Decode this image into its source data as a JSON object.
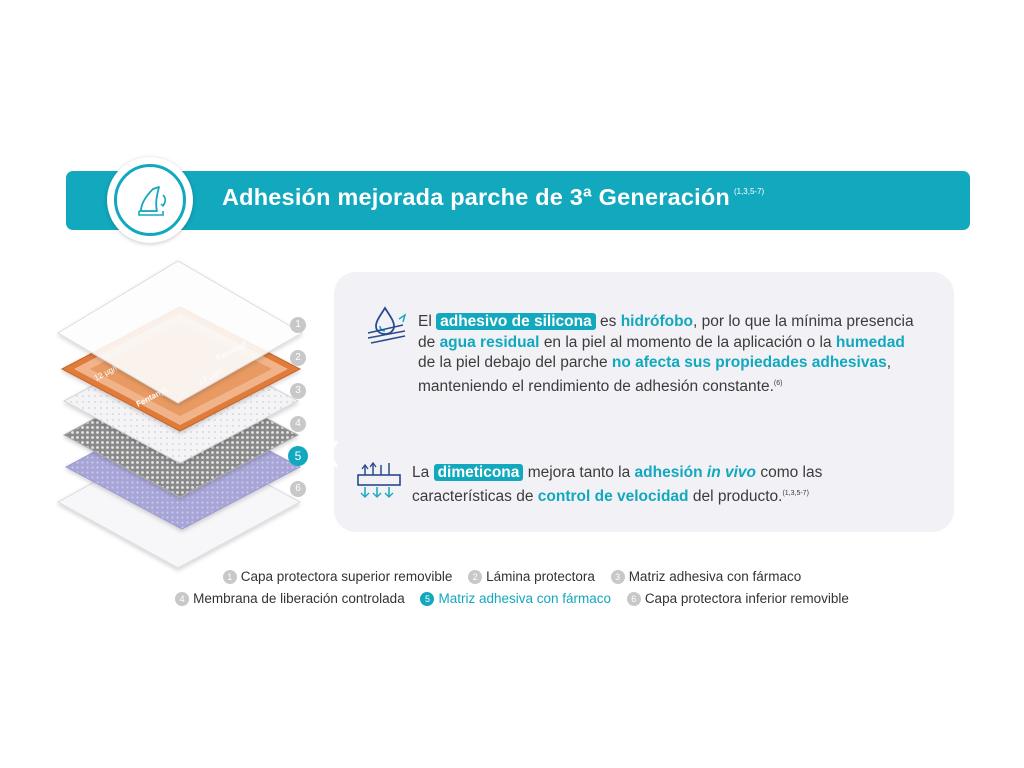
{
  "header": {
    "title": "Adhesión mejorada parche de 3ª Generación",
    "ref": "(1,3,5-7)",
    "icon": "patch-peel-icon"
  },
  "patch": {
    "brand": "Fentanyl",
    "dose": "12 µg/h"
  },
  "layers": [
    {
      "num": "1",
      "label": "Capa protectora superior removible"
    },
    {
      "num": "2",
      "label": "Lámina protectora"
    },
    {
      "num": "3",
      "label": "Matriz adhesiva con fármaco"
    },
    {
      "num": "4",
      "label": "Membrana de liberación controlada"
    },
    {
      "num": "5",
      "label": "Matriz adhesiva con fármaco"
    },
    {
      "num": "6",
      "label": "Capa protectora inferior removible"
    }
  ],
  "active_layer": "5",
  "para1": {
    "icon": "water-drop-skin-icon",
    "t1": "El",
    "h1": "adhesivo de silicona",
    "t2": "es",
    "b1": "hidrófobo",
    "t3": ", por lo que la mínima presencia de",
    "b2": "agua residual",
    "t4": "en la piel al momento de la aplicación o la",
    "b3": "humedad",
    "t5": "de la piel debajo del parche",
    "b4": "no afecta sus propiedades adhesivas",
    "t6": ", manteniendo el rendimiento de adhesión constante.",
    "ref": "(6)"
  },
  "para2": {
    "icon": "adhesion-control-icon",
    "t1": "La",
    "h1": "dimeticona",
    "t2": "mejora tanto la",
    "b1": "adhesión",
    "i1": "in vivo",
    "t3": "como las características de",
    "b2": "control de velocidad",
    "t4": "del producto.",
    "ref": "(1,3,5-7)"
  },
  "colors": {
    "accent": "#12a8bd",
    "patch_orange": "#e07b3a",
    "layer_purple": "#b7b6e0",
    "card_bg": "#f1f1f6"
  }
}
